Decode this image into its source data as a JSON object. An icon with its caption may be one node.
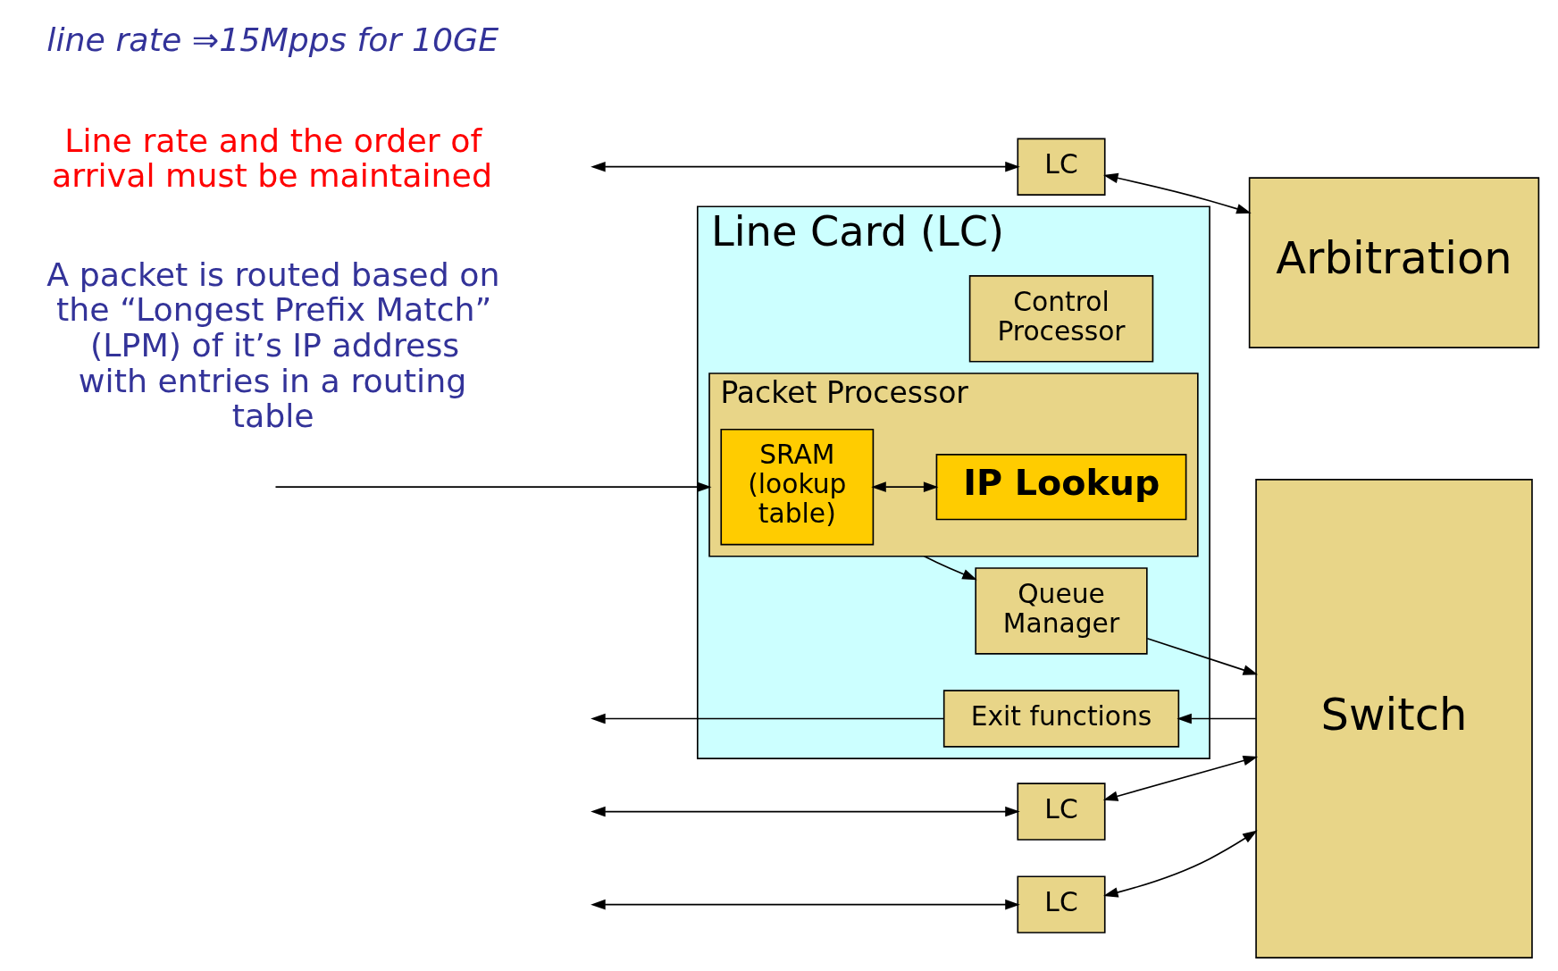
{
  "diagram": {
    "nodes": [
      {
        "text": [
          "LC"
        ]
      },
      {
        "text": [
          "Arbitration"
        ]
      },
      {
        "text": [
          "Switch"
        ]
      },
      {
        "text": [
          "Line Card (LC)"
        ]
      },
      {
        "text": [
          "Packet Processor"
        ],
        "in": 3
      },
      {
        "text": [
          "SRAM (lookup table)"
        ],
        "in": 4
      },
      {
        "text": [
          "IP Lookup"
        ],
        "in": 4
      },
      {
        "text": [
          "Control Processor"
        ],
        "in": 3
      },
      {
        "text": [
          "Queue Manager"
        ],
        "in": 3
      },
      {
        "text": [
          "Exit functions"
        ],
        "in": 3
      },
      {
        "text": [
          "LC"
        ]
      },
      {
        "text": [
          "LC"
        ]
      }
    ],
    "edges": [
      {
        "from": null,
        "to": 0,
        "arrow": "both"
      },
      {
        "from": 0,
        "to": 1,
        "arrow": "both"
      },
      {
        "from": 5,
        "to": 6,
        "arrow": "both"
      },
      {
        "from": null,
        "to": 4,
        "arrow": "to"
      },
      {
        "from": 4,
        "to": 8,
        "arrow": "to"
      },
      {
        "from": 8,
        "to": 2,
        "arrow": "to"
      },
      {
        "from": 2,
        "to": 9,
        "arrow": "to"
      },
      {
        "from": 9,
        "to": null,
        "arrow": "to"
      },
      {
        "from": null,
        "to": 10,
        "arrow": "both"
      },
      {
        "from": 10,
        "to": 2,
        "arrow": "both"
      },
      {
        "from": null,
        "to": 11,
        "arrow": "both"
      },
      {
        "from": 11,
        "to": 2,
        "arrow": "both"
      }
    ],
    "labels": [
      "A packet is routed based on the “Longest Prefix Match” (LPM) of it’s IP address with entries in a routing table",
      "Line rate and the order of arrival must be maintained",
      "line rate ⇒15Mpps for 10GE"
    ]
  }
}
